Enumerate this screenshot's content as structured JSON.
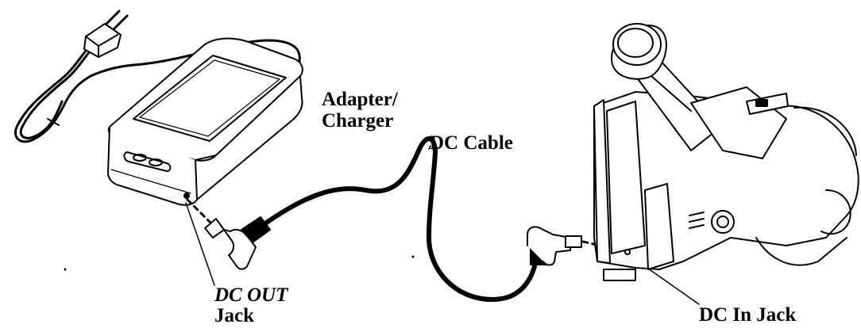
{
  "labels": {
    "adapter_line1": "Adapter/",
    "adapter_line2": "Charger",
    "dc_cable": "DC Cable",
    "dc_out_line1": "DC OUT",
    "dc_out_line2": "Jack",
    "dc_in_jack": "DC In Jack"
  },
  "colors": {
    "ink": "#000000",
    "paper": "#ffffff"
  }
}
